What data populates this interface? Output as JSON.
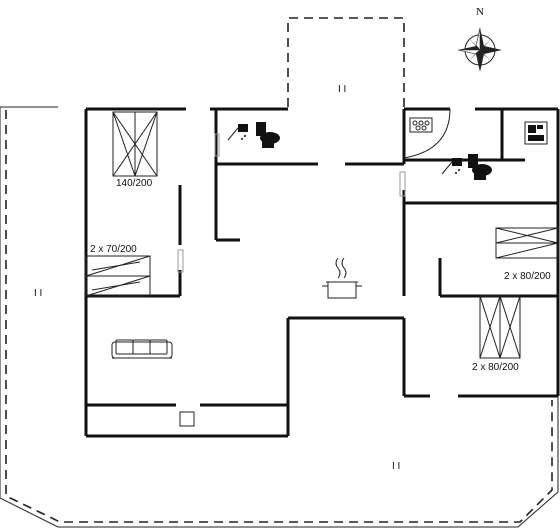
{
  "compass": {
    "north_label": "N"
  },
  "beds": {
    "master": "140/200",
    "twin_left": "2 x 70/200",
    "twin_right_upper": "2 x 80/200",
    "twin_right_lower": "2 x 80/200"
  },
  "terraces": {
    "north": "I I",
    "west": "I I",
    "south": "I I"
  }
}
